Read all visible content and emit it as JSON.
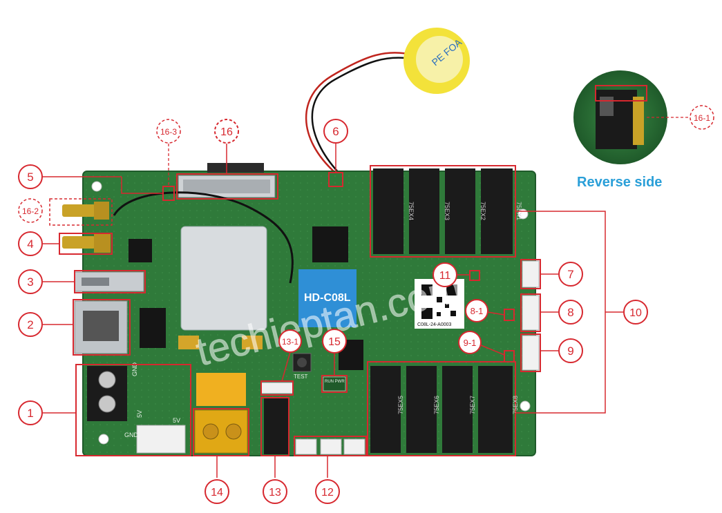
{
  "reverse_side_label": "Reverse side",
  "board": {
    "model_label": "HD-C08L",
    "qr_code_text": "C08L-24-A0003",
    "watermark": "techieptan.com",
    "battery_text": "PE FOA",
    "connector_labels": [
      "75EX4",
      "75EX3",
      "75EX2",
      "75EX1",
      "75EX5",
      "75EX6",
      "75EX7",
      "75EX8"
    ],
    "silkscreen": {
      "gnd_left": "GND",
      "gnd_bottom": "GND",
      "five_v_left": "5V",
      "five_v_right": "5V",
      "test": "TEST",
      "run_pwr": "RUN PWR"
    }
  },
  "callouts": {
    "c1": "1",
    "c2": "2",
    "c3": "3",
    "c4": "4",
    "c5": "5",
    "c6": "6",
    "c7": "7",
    "c8": "8",
    "c9": "9",
    "c10": "10",
    "c11": "11",
    "c12": "12",
    "c13": "13",
    "c14": "14",
    "c15": "15",
    "c16": "16",
    "c8_1": "8-1",
    "c9_1": "9-1",
    "c13_1": "13-1",
    "c16_1": "16-1",
    "c16_2": "16-2",
    "c16_3": "16-3"
  },
  "colors": {
    "callout_red": "#d7282f",
    "board_green": "#2f7a3a",
    "board_dark_green": "#1f5a2a",
    "connector_black": "#1b1b1b",
    "module_silver": "#d8dcdf",
    "chip_blue": "#2f8fd6",
    "relay_yellow": "#f0b020",
    "title_blue": "#2a9fd8"
  }
}
